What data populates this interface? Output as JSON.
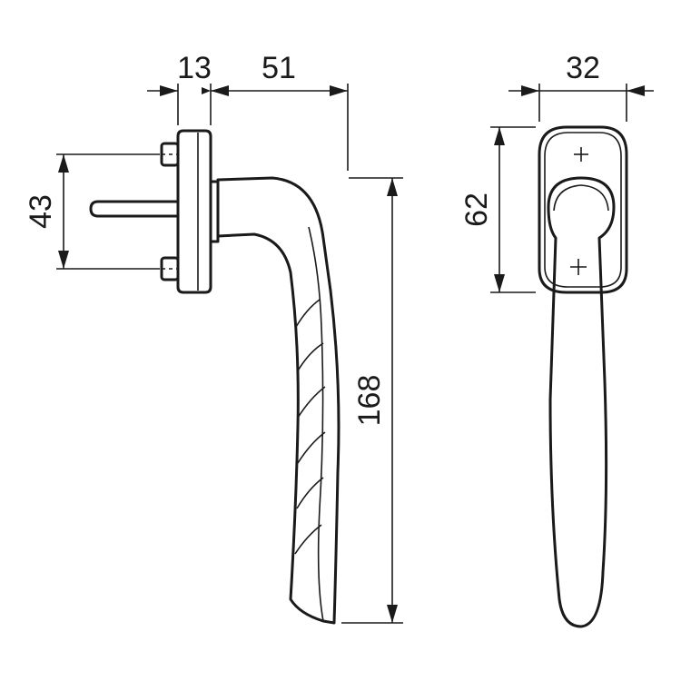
{
  "dimensions": {
    "rose_depth": "13",
    "handle_projection": "51",
    "screw_spacing": "43",
    "handle_length": "168",
    "rose_width": "32",
    "rose_height": "62"
  }
}
